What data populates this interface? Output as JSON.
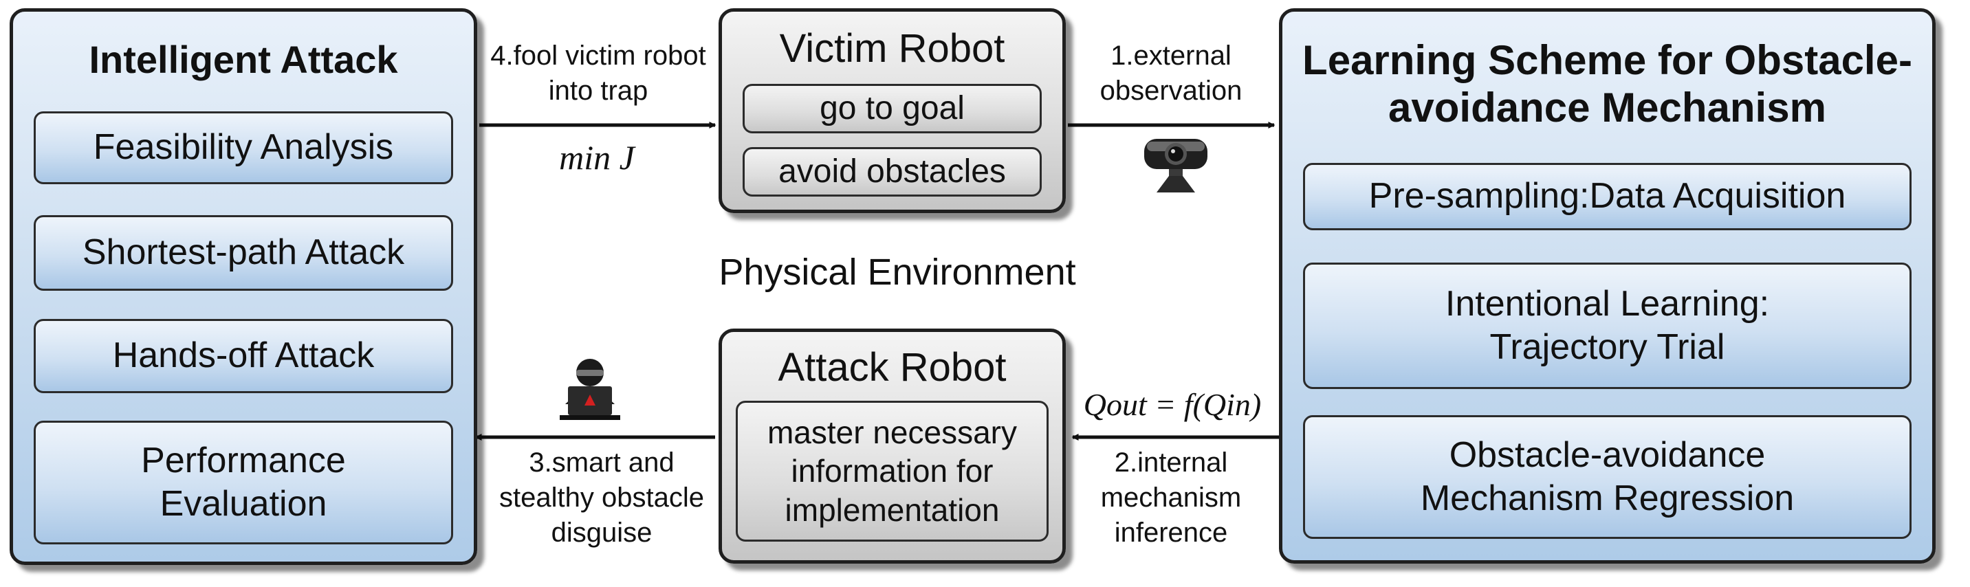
{
  "intelligent_attack": {
    "title": "Intelligent Attack",
    "items": [
      "Feasibility Analysis",
      "Shortest-path Attack",
      "Hands-off Attack",
      "Performance Evaluation"
    ]
  },
  "victim_robot": {
    "title": "Victim Robot",
    "items": [
      "go to goal",
      "avoid obstacles"
    ]
  },
  "attack_robot": {
    "title": "Attack Robot",
    "item": "master necessary information for implementation"
  },
  "environment_label": "Physical Environment",
  "learning_scheme": {
    "title": "Learning Scheme for Obstacle-avoidance Mechanism",
    "items": [
      "Pre-sampling:Data Acquisition",
      "Intentional Learning: Trajectory Trial",
      "Obstacle-avoidance Mechanism Regression"
    ]
  },
  "edges": {
    "fool_victim": "4.fool victim robot into trap",
    "min_j": "min J",
    "external_observation": "1.external observation",
    "smart_stealthy": "3.smart and stealthy obstacle disguise",
    "internal_inference": "2.internal mechanism inference",
    "q_equation": "Qout = f(Qin)"
  },
  "icons": [
    "webcam-icon",
    "hacker-laptop-icon"
  ]
}
